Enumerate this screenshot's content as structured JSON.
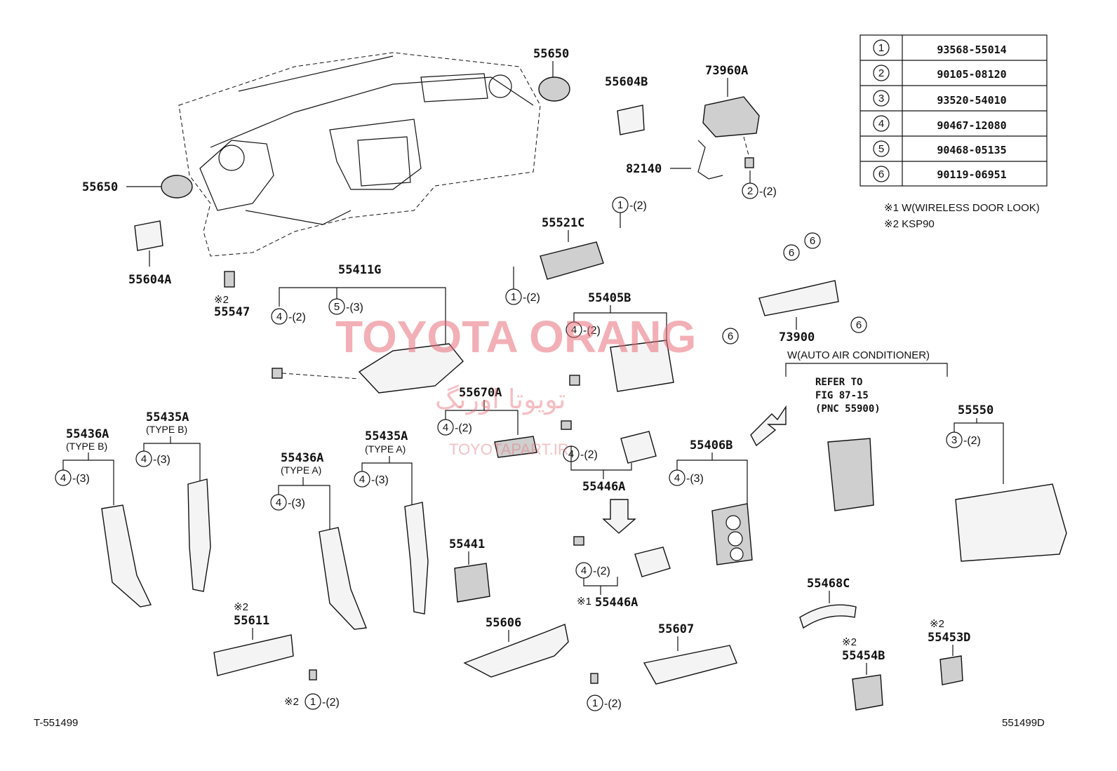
{
  "watermark": {
    "brand": "TOYOTA ORANG",
    "brand_fa": "تویوتا اورنگ",
    "url": "TOYOTAPART.IR"
  },
  "fastener_table": [
    {
      "no": "1",
      "part": "93568-55014"
    },
    {
      "no": "2",
      "part": "90105-08120"
    },
    {
      "no": "3",
      "part": "93520-54010"
    },
    {
      "no": "4",
      "part": "90467-12080"
    },
    {
      "no": "5",
      "part": "90468-05135"
    },
    {
      "no": "6",
      "part": "90119-06951"
    }
  ],
  "notes": {
    "note1": "※1 W(WIRELESS DOOR LOOK)",
    "note2": "※2 KSP90"
  },
  "labels": {
    "p55650_top": "55650",
    "p55650_left": "55650",
    "p55604B": "55604B",
    "p73960A": "73960A",
    "p82140": "82140",
    "p55604A": "55604A",
    "p55547_mark": "※2",
    "p55547": "55547",
    "p55411G": "55411G",
    "p55521C": "55521C",
    "p55405B": "55405B",
    "p73900": "73900",
    "p55670A": "55670A",
    "p55436A_b": "55436A",
    "p55436A_b_type": "(TYPE B)",
    "p55435A_b": "55435A",
    "p55435A_b_type": "(TYPE B)",
    "p55436A_a": "55436A",
    "p55436A_a_type": "(TYPE A)",
    "p55435A_a": "55435A",
    "p55435A_a_type": "(TYPE A)",
    "p55446A_1": "55446A",
    "p55446A_2": "55446A",
    "p55446A_2_mark": "※1",
    "p55406B": "55406B",
    "p55550": "55550",
    "p55441": "55441",
    "p55611_mark": "※2",
    "p55611": "55611",
    "p55606": "55606",
    "p55607": "55607",
    "p55468C": "55468C",
    "p55454B_mark": "※2",
    "p55454B": "55454B",
    "p55453D_mark": "※2",
    "p55453D": "55453D",
    "auto_ac": "W(AUTO AIR CONDITIONER)",
    "refer1": "REFER TO",
    "refer2": "FIG 87-15",
    "refer3": "(PNC 55900)",
    "fig_left": "T-551499",
    "fig_right": "551499D",
    "bottom_mark_1": "※2"
  },
  "callouts": {
    "c1_2_a": {
      "num": "1",
      "qty": "-(2)"
    },
    "c1_2_b": {
      "num": "1",
      "qty": "-(2)"
    },
    "c2_2": {
      "num": "2",
      "qty": "-(2)"
    },
    "c4_2_a": {
      "num": "4",
      "qty": "-(2)"
    },
    "c5_3": {
      "num": "5",
      "qty": "-(3)"
    },
    "c4_2_b": {
      "num": "4",
      "qty": "-(2)"
    },
    "c6_a": {
      "num": "6"
    },
    "c6_b": {
      "num": "6"
    },
    "c6_c": {
      "num": "6"
    },
    "c6_d": {
      "num": "6"
    },
    "c4_2_c": {
      "num": "4",
      "qty": "-(2)"
    },
    "c4_2_d": {
      "num": "4",
      "qty": "-(2)"
    },
    "c4_3_a": {
      "num": "4",
      "qty": "-(3)"
    },
    "c4_3_b": {
      "num": "4",
      "qty": "-(3)"
    },
    "c4_3_c": {
      "num": "4",
      "qty": "-(3)"
    },
    "c4_3_d": {
      "num": "4",
      "qty": "-(3)"
    },
    "c4_3_e": {
      "num": "4",
      "qty": "-(3)"
    },
    "c3_2": {
      "num": "3",
      "qty": "-(2)"
    },
    "c4_2_e": {
      "num": "4",
      "qty": "-(2)"
    },
    "c1_2_c": {
      "num": "1",
      "qty": "-(2)"
    },
    "c1_2_d": {
      "num": "1",
      "qty": "-(2)"
    }
  }
}
